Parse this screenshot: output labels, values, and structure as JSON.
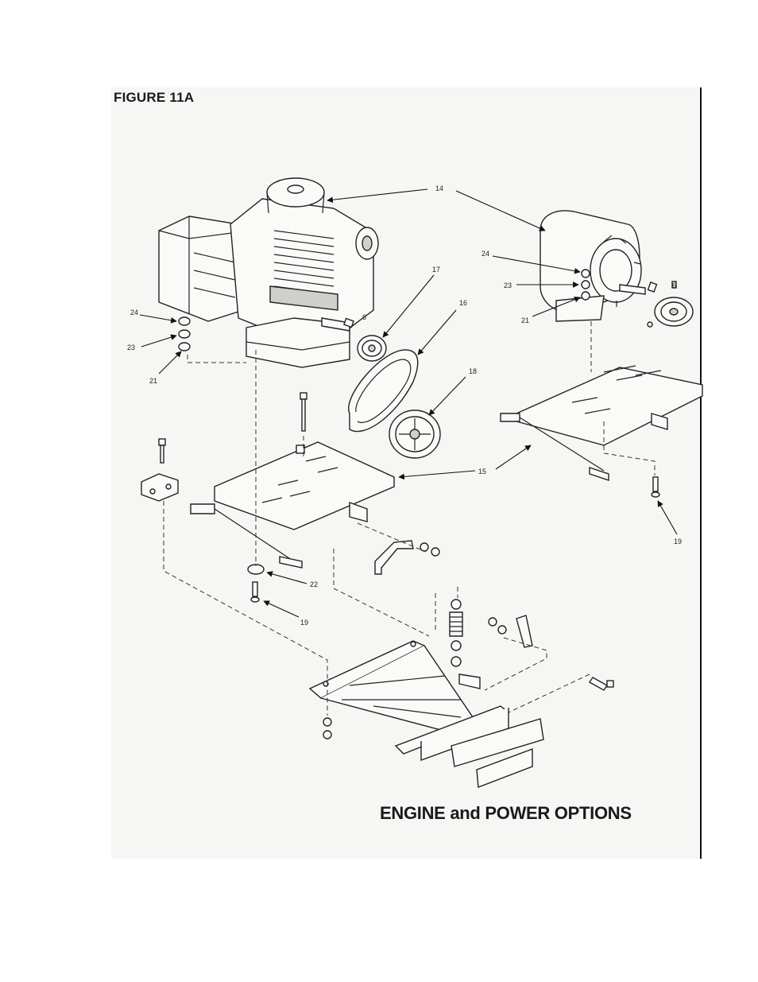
{
  "figure": {
    "title": "FIGURE 11A",
    "heading": "ENGINE and POWER OPTIONS"
  },
  "callouts": {
    "c14": "14",
    "c24a": "24",
    "c23a": "23",
    "c21a": "21",
    "c6a": "6",
    "c17": "17",
    "c16": "16",
    "c18": "18",
    "c24b": "24",
    "c23b": "23",
    "c21b": "21",
    "c6b": "6",
    "c15": "15",
    "c19a": "19",
    "c22": "22",
    "c19b": "19"
  }
}
